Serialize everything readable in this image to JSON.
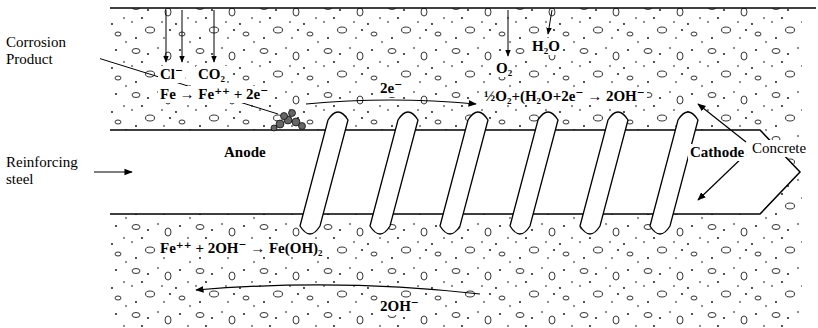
{
  "diagram": {
    "nodes": [
      {
        "text": [
          "Anode",
          "Cathode"
        ]
      }
    ],
    "labels": [
      "Corrosion Product",
      "Reinforcing steel",
      "Concrete",
      "Cl⁻",
      "CO₂",
      "O₂",
      "H₂O",
      "Fe → Fe⁺⁺ + 2e⁻",
      "2e⁻",
      "½O₂+(H₂O+2e⁻ → 2OH⁻",
      "Fe⁺⁺ + 2OH⁻ → Fe(OH)₂",
      "2OH⁻"
    ]
  }
}
